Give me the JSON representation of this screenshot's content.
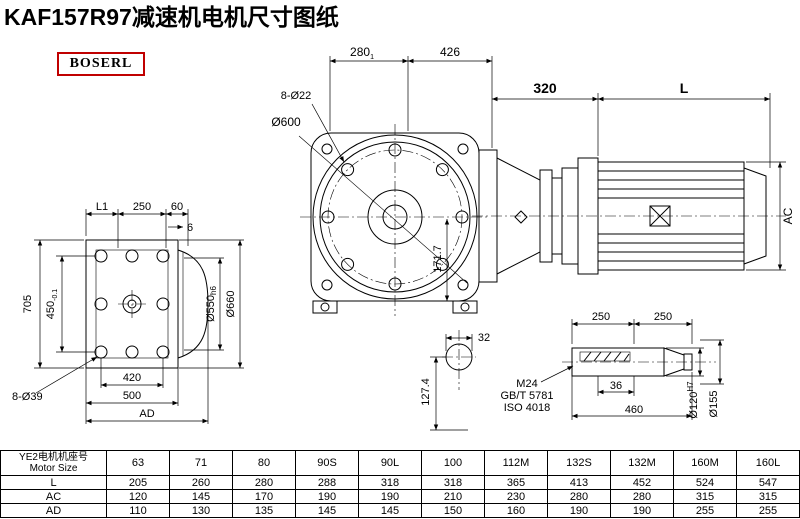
{
  "title": "KAF157R97减速机电机尺寸图纸",
  "logo": "BOSERL",
  "colors": {
    "accent_red": "#c00000",
    "line": "#000000",
    "background": "#ffffff"
  },
  "rear_view": {
    "dim_L1": "L1",
    "dim_250": "250",
    "dim_60": "60",
    "dim_6": "6",
    "dim_705": "705",
    "dim_450": "450",
    "dim_450_tol": "-0.1",
    "dim_550": "Ø550",
    "dim_550_fit": "h6",
    "dim_660": "Ø660",
    "bolts": "8-Ø39",
    "dim_420": "420",
    "dim_500": "500",
    "dim_AD": "AD"
  },
  "front_view": {
    "dim_280": "280",
    "dim_280_tol": "1",
    "dim_426": "426",
    "bolts": "8-Ø22",
    "dim_600": "Ø600",
    "dim_171": "171.7"
  },
  "side_view": {
    "dim_320": "320",
    "dim_L": "L",
    "dim_AC": "AC"
  },
  "shaft_view": {
    "dim_32": "32",
    "dim_127": "127.4",
    "dim_250a": "250",
    "dim_250b": "250",
    "thread": "M24",
    "standard_gb": "GB/T  5781",
    "standard_iso": "ISO  4018",
    "dim_36": "36",
    "dim_460": "460",
    "dim_120": "Ø120",
    "dim_120_fit": "H7",
    "dim_155": "Ø155"
  },
  "table": {
    "header_cn": "YE2电机机座号",
    "header_en": "Motor Size",
    "sizes": [
      "63",
      "71",
      "80",
      "90S",
      "90L",
      "100",
      "112M",
      "132S",
      "132M",
      "160M",
      "160L"
    ],
    "rows": [
      {
        "label": "L",
        "values": [
          "205",
          "260",
          "280",
          "288",
          "318",
          "318",
          "365",
          "413",
          "452",
          "524",
          "547"
        ]
      },
      {
        "label": "AC",
        "values": [
          "120",
          "145",
          "170",
          "190",
          "190",
          "210",
          "230",
          "280",
          "280",
          "315",
          "315"
        ]
      },
      {
        "label": "AD",
        "values": [
          "110",
          "130",
          "135",
          "145",
          "145",
          "150",
          "160",
          "190",
          "190",
          "255",
          "255"
        ]
      }
    ]
  }
}
